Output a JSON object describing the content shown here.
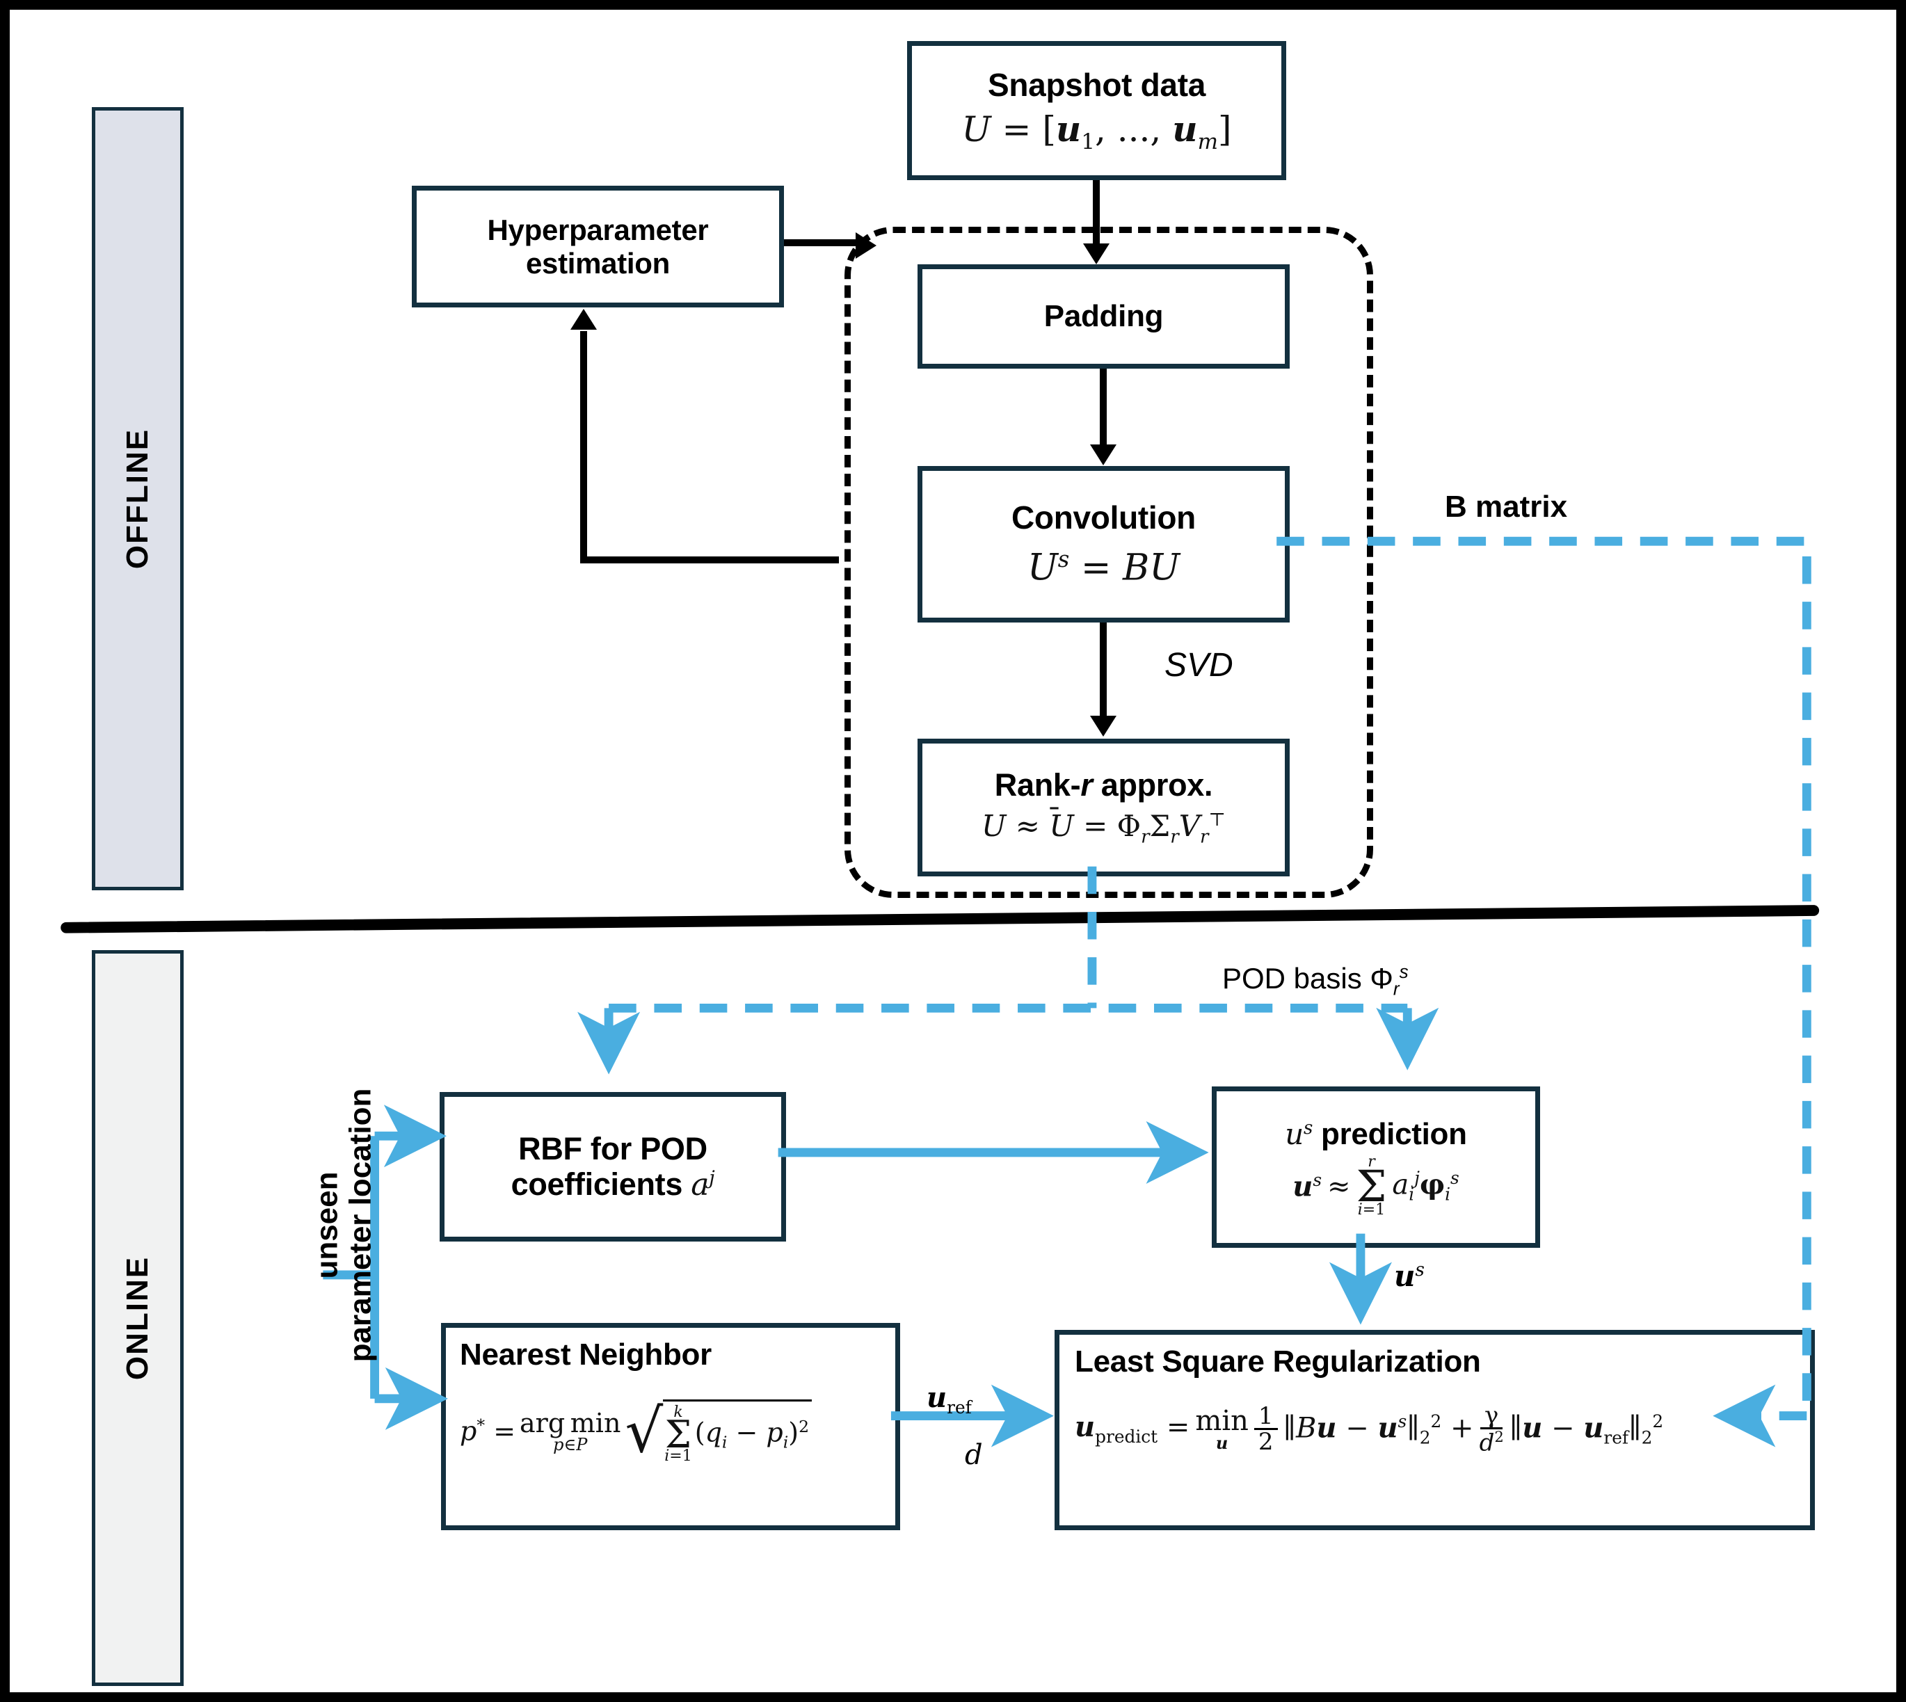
{
  "phases": {
    "offline": {
      "label": "OFFLINE",
      "fill": "#dee1ea",
      "border": "#13303f"
    },
    "online": {
      "label": "ONLINE",
      "fill": "#f1f2f2",
      "border": "#13303f"
    }
  },
  "colors": {
    "box_border": "#13303f",
    "arrow_black": "#000000",
    "arrow_blue": "#4aaee0",
    "frame": "#000000",
    "offline_fill": "#dee1ea",
    "online_fill": "#f1f2f2"
  },
  "nodes": {
    "snapshot": {
      "title": "Snapshot data",
      "formula": "U = [u₁, …, u_m]"
    },
    "hyperparameter": {
      "title": "Hyperparameter\nestimation",
      "formula": ""
    },
    "padding": {
      "title": "Padding",
      "formula": ""
    },
    "convolution": {
      "title": "Convolution",
      "formula": "U s = BU"
    },
    "rank": {
      "title": "Rank-r approx.",
      "formula": "U ≈ Ū = Φ_r Σ_r V_rᵀ"
    },
    "rbf": {
      "title": "RBF for POD",
      "title2": "coefficients a j"
    },
    "prediction": {
      "title": "u s prediction",
      "formula": "u s ≈ Σ a i j φ i s"
    },
    "nearest": {
      "title": "Nearest Neighbor",
      "formula": "p* = arg min (Σ (q_i − p_i)²)^(1/2)"
    },
    "leastsquare": {
      "title": "Least Square Regularization",
      "formula": "u_predict = min 1/2 ‖Bu − u s‖₂² + γ/d² ‖u − u_ref‖₂²"
    }
  },
  "edge_labels": {
    "svd": "SVD",
    "b_matrix": "B matrix",
    "pod_basis": "POD basis Φ r s",
    "us": "u s",
    "uref_d_top": "u ref",
    "uref_d_bottom": "d",
    "unseen_line1": "unseen",
    "unseen_line2": "parameter location"
  }
}
